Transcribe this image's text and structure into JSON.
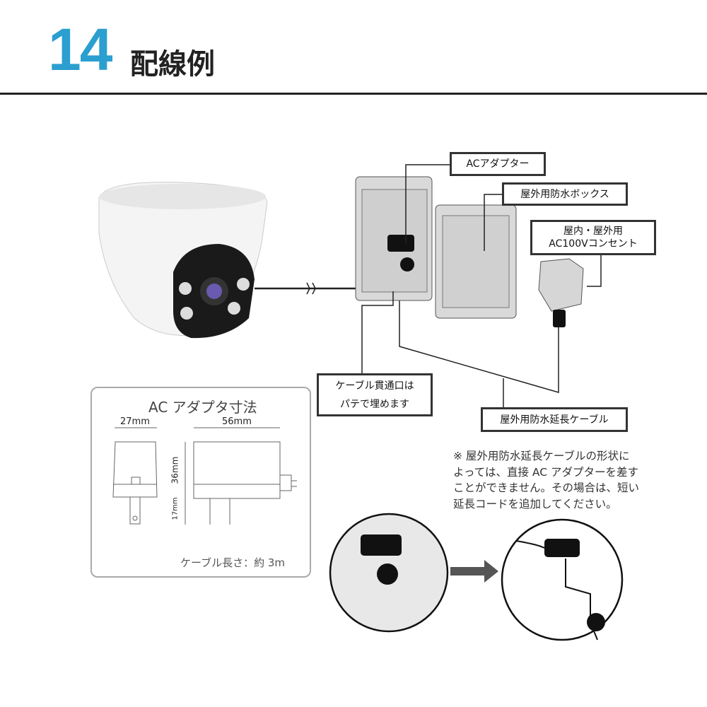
{
  "header": {
    "number": "14",
    "title": "配線例"
  },
  "labels": {
    "ac_adapter": "ACアダプター",
    "waterproof_box": "屋外用防水ボックス",
    "outlet_line1": "屋内・屋外用",
    "outlet_line2": "AC100Vコンセント",
    "cable_hole_line1": "ケーブル貫通口は",
    "cable_hole_line2": "パテで埋めます",
    "extension_cable": "屋外用防水延長ケーブル"
  },
  "adapter_dims": {
    "title": "AC アダプタ寸法",
    "width_side": "27mm",
    "width_front": "56mm",
    "height": "36mm",
    "prong": "17mm",
    "cable_length": "ケーブル長さ：約 3m"
  },
  "note": [
    "※ 屋外用防水延長ケーブルの形状に",
    "よっては、直接 AC アダプターを差す",
    "ことができません。その場合は、短い",
    "延長コードを追加してください。"
  ],
  "colors": {
    "accent": "#2a9fd0",
    "border": "#333333"
  }
}
